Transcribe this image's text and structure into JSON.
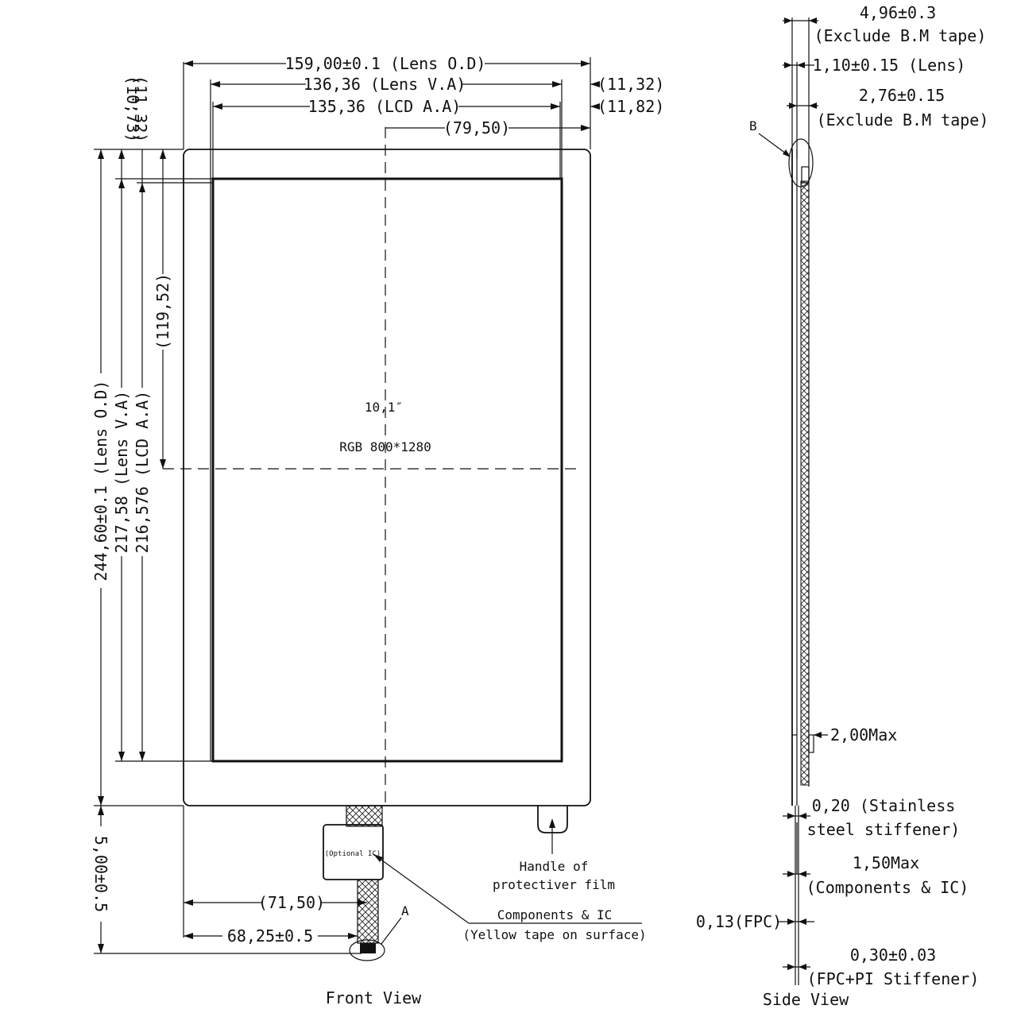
{
  "front": {
    "dims": {
      "lens_od_w": "159,00±0.1 (Lens O.D)",
      "lens_va_w": "136,36 (Lens V.A)",
      "lcd_aa_w": "135,36 (LCD A.A)",
      "center_x": "(79,50)",
      "right_va": "(11,32)",
      "right_aa": "(11,82)",
      "top_va": "(10,73)",
      "top_aa": "(11,32)",
      "center_y": "(119,52)",
      "lens_od_h": "244,60±0.1 (Lens O.D)",
      "lens_va_h": "217,58 (Lens V.A)",
      "lcd_aa_h": "216,576 (LCD A.A)",
      "fpc_len": "5,00±0.5",
      "fpc_x1": "(71,50)",
      "fpc_x2": "68,25±0.5"
    },
    "size_label": "10,1″",
    "resolution": "RGB 800*1280",
    "optional_ic": "(Optional IC)",
    "detail_a": "A",
    "handle_note": [
      "Handle of",
      "protectiver film"
    ],
    "components_note": [
      "Components & IC",
      "(Yellow tape on surface)"
    ],
    "caption": "Front View"
  },
  "side": {
    "dims": {
      "total": "4,96±0.3",
      "total_note": "(Exclude B.M tape)",
      "lens": "1,10±0.15 (Lens)",
      "panel": "2,76±0.15",
      "panel_note": "(Exclude B.M tape)",
      "max_2": "2,00Max",
      "stiffener": "0,20 (Stainless",
      "stiffener_note": "steel stiffener)",
      "comp_max": "1,50Max",
      "comp_note": "(Components & IC)",
      "fpc": "0,13(FPC)",
      "fpc_pi": "0,30±0.03",
      "fpc_pi_note": "(FPC+PI Stiffener)"
    },
    "detail_b": "B",
    "caption": "Side View"
  }
}
